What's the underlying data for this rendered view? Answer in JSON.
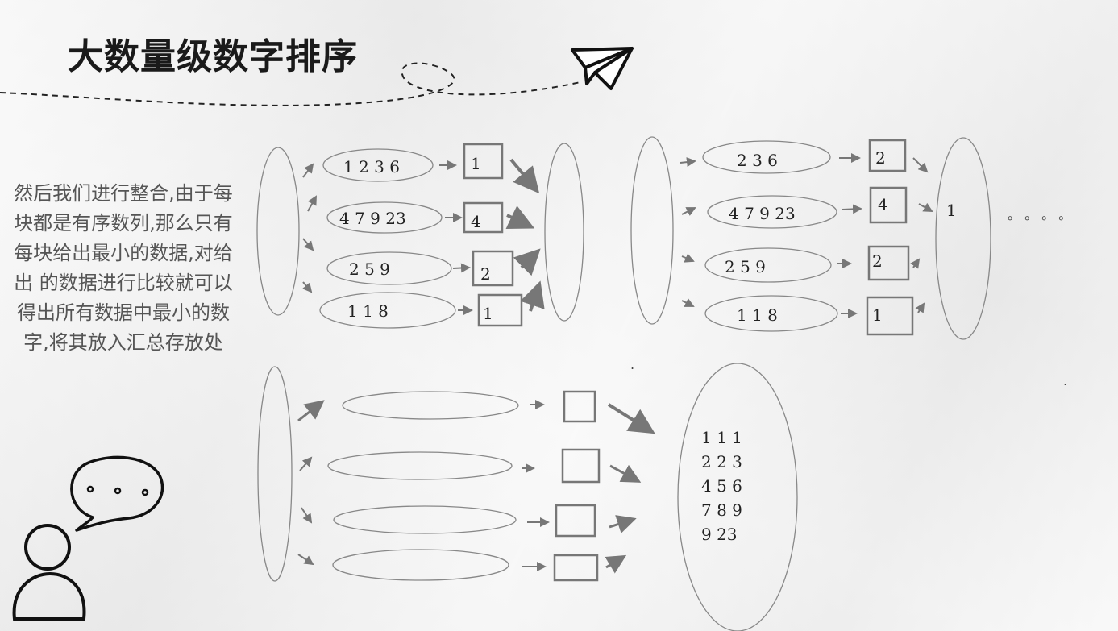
{
  "title": "大数量级数字排序",
  "description": "然后我们进行整合,由于每块都是有序数列,那么只有每块给出最小的数据,对给出 的数据进行比较就可以得出所有数据中最小的数字,将其放入汇总存放处",
  "diagram1": {
    "blocks": [
      "1 2 3 6",
      "4 7 9 23",
      "2 5 9",
      "1 1 8"
    ],
    "minimums": [
      "1",
      "4",
      "2",
      "1"
    ]
  },
  "diagram2": {
    "blocks": [
      "2 3 6",
      "4 7 9 23",
      "2 5 9",
      "1 1 8"
    ],
    "minimums": [
      "2",
      "4",
      "2",
      "1"
    ],
    "result": "1",
    "ellipsis": "。 。 。 。"
  },
  "diagram3": {
    "summary_rows": [
      "1 1 1",
      "2 2 3",
      "4 5 6",
      "7 8 9",
      "9 23"
    ]
  },
  "stray_marks": [
    ".",
    "."
  ]
}
